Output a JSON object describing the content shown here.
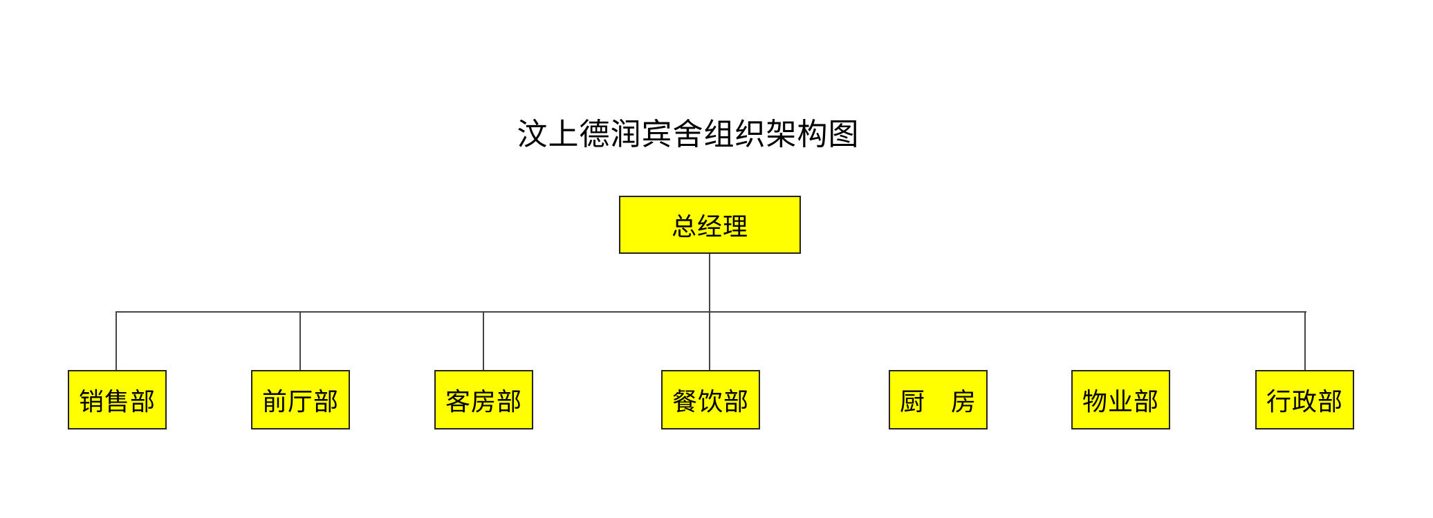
{
  "title": "汶上德润宾舍组织架构图",
  "org": {
    "type": "orgchart",
    "root": {
      "label": "总经理"
    },
    "departments": [
      {
        "label": "销售部",
        "linked_to_trunk": true
      },
      {
        "label": "前厅部",
        "linked_to_trunk": true
      },
      {
        "label": "客房部",
        "linked_to_trunk": true
      },
      {
        "label": "餐饮部",
        "linked_to_trunk": true
      },
      {
        "label": "厨　房",
        "linked_to_trunk": false
      },
      {
        "label": "物业部",
        "linked_to_trunk": false
      },
      {
        "label": "行政部",
        "linked_to_trunk": true
      }
    ]
  },
  "colors": {
    "node_fill": "#FFFF00",
    "node_border": "#222222",
    "connector": "#444444",
    "background": "#FFFFFF",
    "text": "#000000"
  }
}
